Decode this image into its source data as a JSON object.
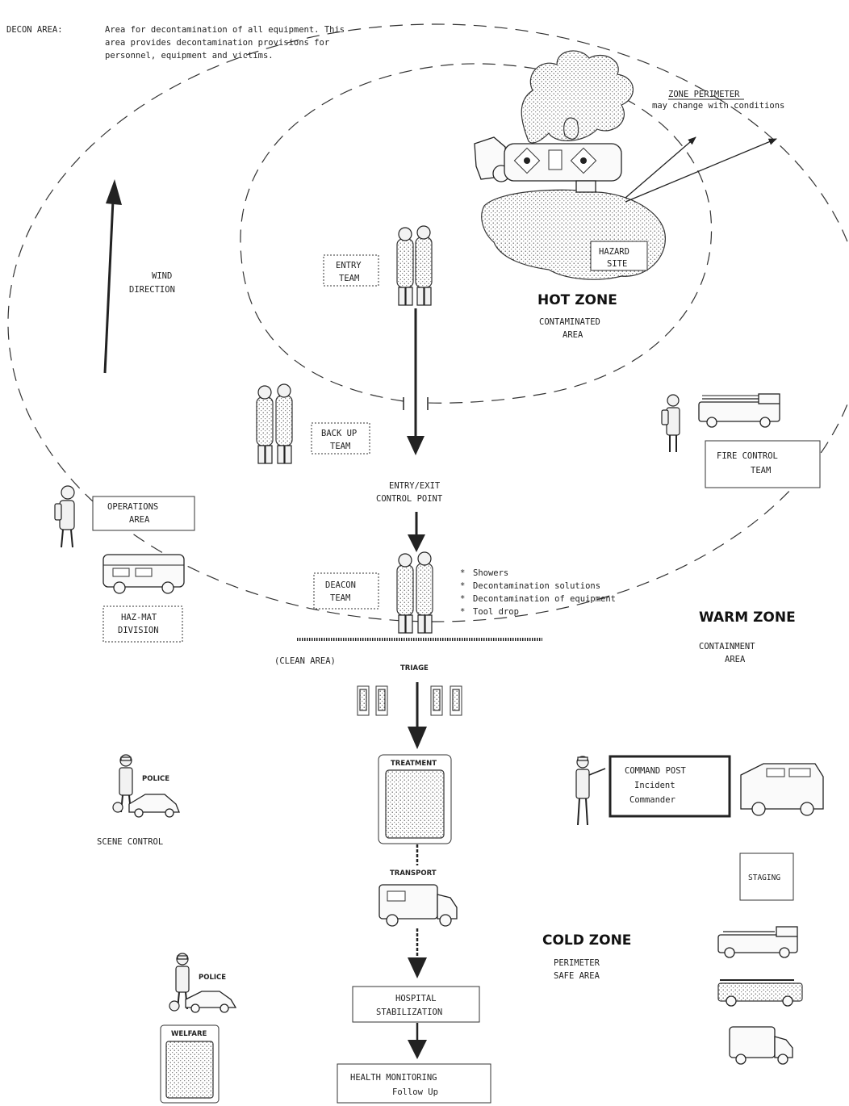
{
  "decon_header": {
    "label": "DECON AREA:",
    "lines": [
      "Area for decontamination of all equipment.  This",
      "area provides decontamination provisions for",
      "personnel, equipment and victims."
    ]
  },
  "zone_perimeter": {
    "title": "ZONE PERIMETER",
    "note": "may change with conditions"
  },
  "wind": {
    "line1": "WIND",
    "line2": "DIRECTION"
  },
  "hot_zone": {
    "title": "HOT ZONE",
    "line1": "CONTAMINATED",
    "line2": "AREA"
  },
  "warm_zone": {
    "title": "WARM ZONE",
    "line1": "CONTAINMENT",
    "line2": "AREA"
  },
  "cold_zone": {
    "title": "COLD ZONE",
    "line1": "PERIMETER",
    "line2": "SAFE AREA"
  },
  "hazard_site": {
    "line1": "HAZARD",
    "line2": "SITE"
  },
  "entry_team": {
    "line1": "ENTRY",
    "line2": "TEAM"
  },
  "back_up_team": {
    "line1": "BACK UP",
    "line2": "TEAM"
  },
  "control_point": {
    "line1": "ENTRY/EXIT",
    "line2": "CONTROL POINT"
  },
  "fire_control": {
    "line1": "FIRE CONTROL",
    "line2": "TEAM"
  },
  "operations": {
    "line1": "OPERATIONS",
    "line2": "AREA"
  },
  "hazmat": {
    "line1": "HAZ-MAT",
    "line2": "DIVISION"
  },
  "deacon_team": {
    "line1": "DEACON",
    "line2": "TEAM"
  },
  "decon_list": [
    "Showers",
    "Decontamination solutions",
    "Decontamination of equipment",
    "Tool drop"
  ],
  "bullet": "*",
  "clean_area": "(CLEAN AREA)",
  "triage": "TRIAGE",
  "treatment": "TREATMENT",
  "police": "POLICE",
  "scene_control": "SCENE CONTROL",
  "command_post": {
    "line1": "COMMAND POST",
    "line2": "Incident",
    "line3": "Commander"
  },
  "transport": "TRANSPORT",
  "staging": "STAGING",
  "police_2": "POLICE",
  "welfare": "WELFARE",
  "hospital": {
    "line1": "HOSPITAL",
    "line2": "STABILIZATION"
  },
  "health": {
    "line1": "HEALTH  MONITORING",
    "line2": "Follow Up"
  }
}
